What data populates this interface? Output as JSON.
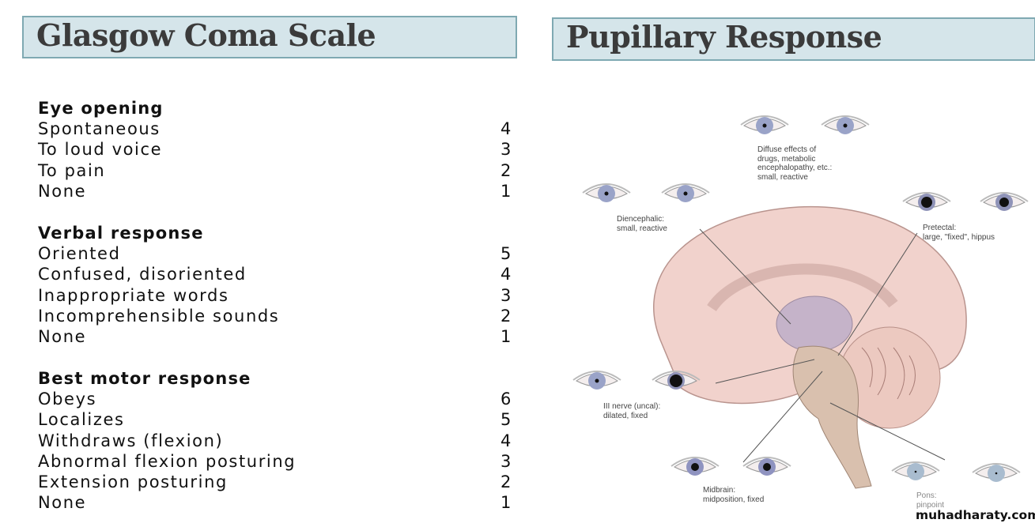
{
  "left_title": "Glasgow Coma Scale",
  "right_title": "Pupillary Response",
  "gcs": [
    {
      "heading": "Eye opening",
      "items": [
        {
          "label": "Spontaneous",
          "score": "4"
        },
        {
          "label": "To loud voice",
          "score": "3"
        },
        {
          "label": "To pain",
          "score": "2"
        },
        {
          "label": "None",
          "score": "1"
        }
      ]
    },
    {
      "heading": "Verbal response",
      "items": [
        {
          "label": "Oriented",
          "score": "5"
        },
        {
          "label": "Confused, disoriented",
          "score": "4"
        },
        {
          "label": "Inappropriate words",
          "score": "3"
        },
        {
          "label": "Incomprehensible sounds",
          "score": "2"
        },
        {
          "label": "None",
          "score": "1"
        }
      ]
    },
    {
      "heading": "Best motor response",
      "items": [
        {
          "label": "Obeys",
          "score": "6"
        },
        {
          "label": "Localizes",
          "score": "5"
        },
        {
          "label": "Withdraws (flexion)",
          "score": "4"
        },
        {
          "label": "Abnormal flexion posturing",
          "score": "3"
        },
        {
          "label": "Extension posturing",
          "score": "2"
        },
        {
          "label": "None",
          "score": "1"
        }
      ]
    }
  ],
  "diagram_labels": {
    "diffuse": [
      "Diffuse effects of",
      "drugs, metabolic",
      "encephalopathy, etc.:",
      "small, reactive"
    ],
    "diencephalic": [
      "Diencephalic:",
      "small, reactive"
    ],
    "pretectal": [
      "Pretectal:",
      "large, \"fixed\", hippus"
    ],
    "third_nerve": [
      "III nerve (uncal):",
      "dilated, fixed"
    ],
    "midbrain": [
      "Midbrain:",
      "midposition, fixed"
    ],
    "pons": [
      "Pons:",
      "pinpoint"
    ]
  },
  "watermark": "muhadharaty.com"
}
